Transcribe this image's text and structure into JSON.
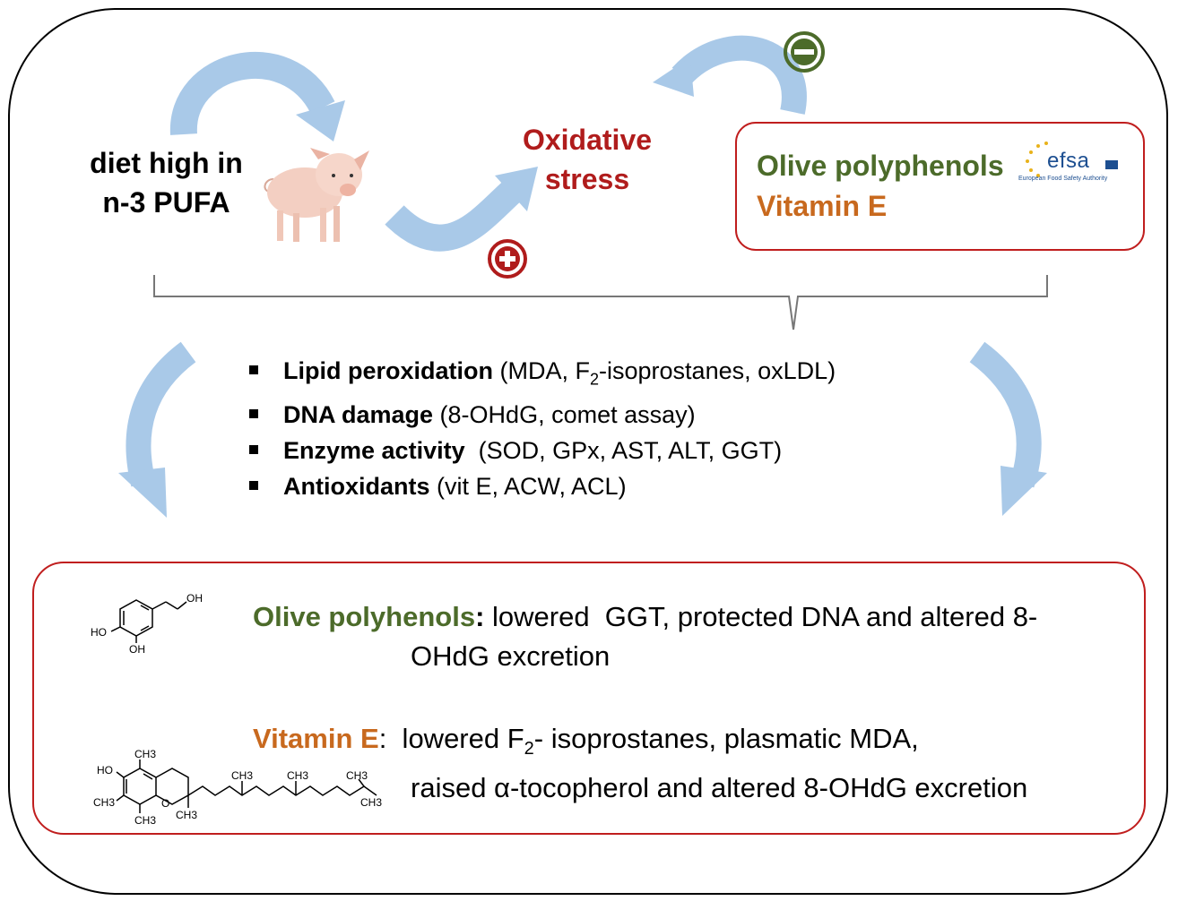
{
  "diet": {
    "line1": "diet high in",
    "line2": "n-3 PUFA"
  },
  "oxidative": {
    "line1": "Oxidative",
    "line2": "stress"
  },
  "protect": {
    "olive": "Olive polyphenols",
    "vite": "Vitamin E"
  },
  "efsa": {
    "word": "efsa",
    "sub": "European Food Safety Authority"
  },
  "markers": [
    {
      "bold": "Lipid peroxidation",
      "pre": " (MDA, F",
      "sub": "2",
      "post": "-isoprostanes, oxLDL)"
    },
    {
      "bold": "DNA damage",
      "rest": " (8-OHdG, comet assay)"
    },
    {
      "bold": "Enzyme activity",
      "rest": "  (SOD, GPx, AST, ALT, GGT)"
    },
    {
      "bold": "Antioxidants",
      "rest": " (vit E, ACW, ACL)"
    }
  ],
  "results": {
    "olive_label": "Olive polyhenols",
    "olive_colon": ":",
    "olive_line1": " lowered  GGT, protected DNA and altered 8-",
    "olive_line2": "OHdG excretion",
    "vite_label": "Vitamin E",
    "vite_colon": ":",
    "vite_pre": "  lowered F",
    "vite_sub": "2",
    "vite_line1": "- isoprostanes, plasmatic MDA,",
    "vite_line2": "raised α-tocopherol and altered 8-OHdG excretion"
  },
  "molecules": {
    "hydroxytyrosol": {
      "oh1": "OH",
      "ho": "HO",
      "oh2": "OH"
    },
    "tocopherol": {
      "ho": "HO",
      "o": "O",
      "ch3_a": "CH3",
      "ch3_b": "CH3",
      "ch3_c": "CH3",
      "ch3_d": "CH3",
      "ch3_e": "CH3",
      "ch3_f": "CH3",
      "ch3_g": "CH3",
      "ch3_h": "CH3"
    }
  },
  "colors": {
    "arrow": "#a9c9e8",
    "red": "#b01c1c",
    "green": "#4c6b2a",
    "orange": "#c8691e",
    "efsa_blue": "#1d4f91"
  },
  "icons": [
    "plus-circle-icon",
    "minus-circle-icon",
    "pig-image",
    "efsa-logo"
  ]
}
